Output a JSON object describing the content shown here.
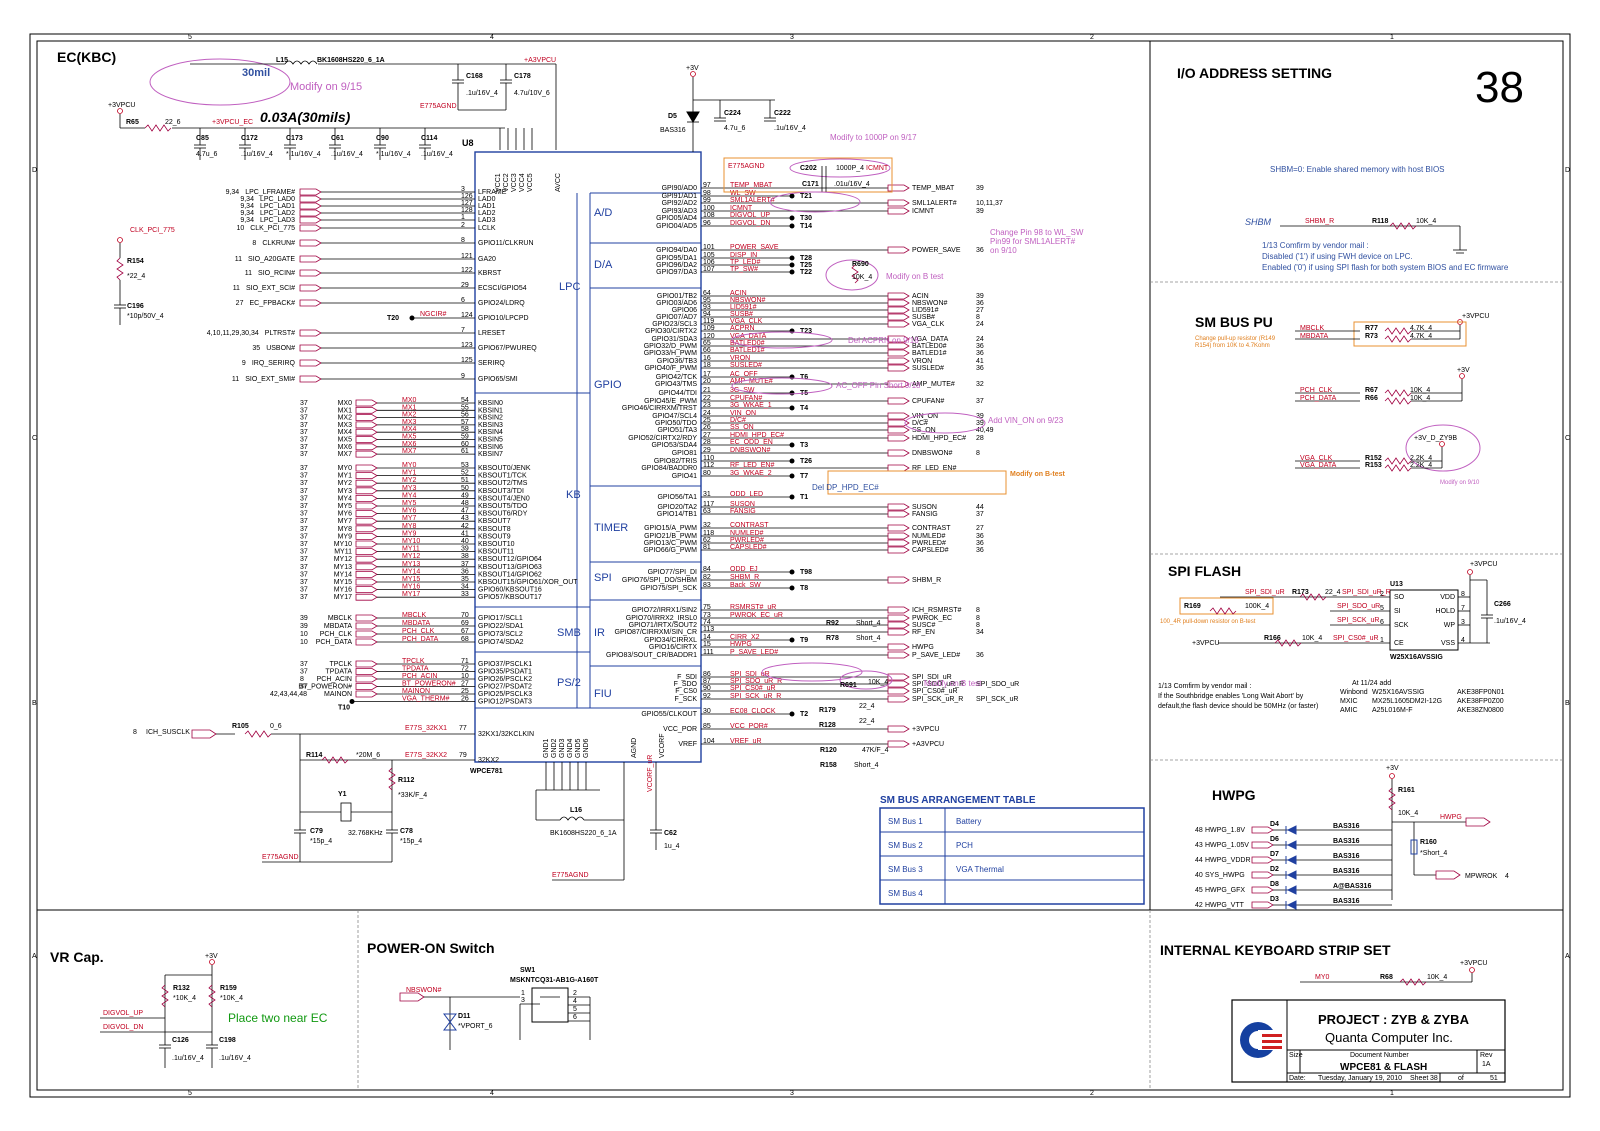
{
  "sections": {
    "ec": "EC(KBC)",
    "io": "I/O ADDRESS SETTING",
    "smbus_pu": "SM BUS PU",
    "spi_flash": "SPI FLASH",
    "hwpg": "HWPG",
    "vr_cap": "VR Cap.",
    "power_on": "POWER-ON Switch",
    "kb_strip": "INTERNAL KEYBOARD STRIP SET"
  },
  "page_number": "38",
  "ec": {
    "chip_ref": "U8",
    "chip_part": "WPCE781",
    "blocks": [
      "A/D",
      "D/A",
      "LPC",
      "GPIO",
      "KB",
      "TIMER",
      "SPI",
      "SMB",
      "IR",
      "PS/2",
      "FIU"
    ],
    "left_pins": [
      {
        "net": "LPC_LFRAME#",
        "ref": "9,34",
        "num": "3",
        "pin": "LFRAME"
      },
      {
        "net": "LPC_LAD0",
        "ref": "9,34",
        "num": "126",
        "pin": "LAD0"
      },
      {
        "net": "LPC_LAD1",
        "ref": "9,34",
        "num": "127",
        "pin": "LAD1"
      },
      {
        "net": "LPC_LAD2",
        "ref": "9,34",
        "num": "128",
        "pin": "LAD2"
      },
      {
        "net": "LPC_LAD3",
        "ref": "9,34",
        "num": "1",
        "pin": "LAD3"
      },
      {
        "net": "CLK_PCI_775",
        "ref": "10",
        "num": "2",
        "pin": "LCLK"
      },
      {
        "net": "CLKRUN#",
        "ref": "8",
        "num": "8",
        "pin": "GPIO11/CLKRUN"
      },
      {
        "net": "SIO_A20GATE",
        "ref": "11",
        "num": "121",
        "pin": "GA20"
      },
      {
        "net": "SIO_RCIN#",
        "ref": "11",
        "num": "122",
        "pin": "KBRST"
      },
      {
        "net": "SIO_EXT_SCI#",
        "ref": "11",
        "num": "29",
        "pin": "ECSCI/GPIO54"
      },
      {
        "net": "EC_FPBACK#",
        "ref": "27",
        "num": "6",
        "pin": "GPIO24/LDRQ"
      },
      {
        "net": "NGCIR#",
        "ref": "T20",
        "num": "124",
        "pin": "GPIO10/LPCPD"
      },
      {
        "net": "PLTRST#",
        "ref": "4,10,11,29,30,34",
        "num": "7",
        "pin": "LRESET"
      },
      {
        "net": "USBON#",
        "ref": "35",
        "num": "123",
        "pin": "GPIO67/PWUREQ"
      },
      {
        "net": "IRQ_SERIRQ",
        "ref": "9",
        "num": "125",
        "pin": "SERIRQ"
      },
      {
        "net": "SIO_EXT_SMI#",
        "ref": "11",
        "num": "9",
        "pin": "GPIO65/SMI"
      }
    ],
    "kbsin": [
      "MX0",
      "MX1",
      "MX2",
      "MX3",
      "MX4",
      "MX5",
      "MX6",
      "MX7"
    ],
    "kbsin_nums": [
      "54",
      "55",
      "56",
      "57",
      "58",
      "59",
      "60",
      "61"
    ],
    "kbsout": [
      "MY0",
      "MY1",
      "MY2",
      "MY3",
      "MY4",
      "MY5",
      "MY6",
      "MY7",
      "MY8",
      "MY9",
      "MY10",
      "MY11",
      "MY12",
      "MY13",
      "MY14",
      "MY15",
      "MY16",
      "MY17"
    ],
    "kbsout_nums": [
      "53",
      "52",
      "51",
      "50",
      "49",
      "48",
      "47",
      "43",
      "42",
      "41",
      "40",
      "39",
      "38",
      "37",
      "36",
      "35",
      "34",
      "33"
    ],
    "smb_left": [
      {
        "net": "MBCLK",
        "ref": "39",
        "num": "70",
        "pin": "GPIO17/SCL1"
      },
      {
        "net": "MBDATA",
        "ref": "39",
        "num": "69",
        "pin": "GPIO22/SDA1"
      },
      {
        "net": "PCH_CLK",
        "ref": "10",
        "num": "67",
        "pin": "GPIO73/SCL2"
      },
      {
        "net": "PCH_DATA",
        "ref": "10",
        "num": "68",
        "pin": "GPIO74/SDA2"
      }
    ],
    "ps2_left": [
      {
        "net": "TPCLK",
        "ref": "37",
        "num": "71",
        "pin": "GPIO37/PSCLK1"
      },
      {
        "net": "TPDATA",
        "ref": "37",
        "num": "72",
        "pin": "GPIO35/PSDAT1"
      },
      {
        "net": "PCH_ACIN",
        "ref": "8",
        "num": "10",
        "pin": "GPIO26/PSCLK2"
      },
      {
        "net": "BT_POWERON#",
        "ref": "37",
        "num": "27",
        "pin": "GPIO27/PSDAT2"
      },
      {
        "net": "MAINON",
        "ref": "42,43,44,48",
        "num": "25",
        "pin": "GPIO25/PSCLK3"
      },
      {
        "net": "VGA_THERM#",
        "ref": "T10",
        "num": "26",
        "pin": "GPIO12/PSDAT3"
      }
    ],
    "right_pins": [
      {
        "pin": "GPI90/AD0",
        "num": "97",
        "net": "TEMP_MBAT",
        "ref": "39"
      },
      {
        "pin": "GPI91/AD1",
        "num": "98",
        "net": "WL_SW",
        "ref": "T21"
      },
      {
        "pin": "GPI92/AD2",
        "num": "99",
        "net": "SML1ALERT#",
        "ref": "10,11,37"
      },
      {
        "pin": "GPI93/AD3",
        "num": "100",
        "net": "ICMNT",
        "ref": "39"
      },
      {
        "pin": "GPIO05/AD4",
        "num": "108",
        "net": "DIGVOL_UP",
        "ref": "T30"
      },
      {
        "pin": "GPIO04/AD5",
        "num": "96",
        "net": "DIGVOL_DN",
        "ref": "T14"
      },
      {
        "pin": "GPIO94/DA0",
        "num": "101",
        "net": "POWER_SAVE",
        "ref": "36"
      },
      {
        "pin": "GPIO95/DA1",
        "num": "105",
        "net": "DISP_IN",
        "ref": "T28"
      },
      {
        "pin": "GPIO96/DA2",
        "num": "106",
        "net": "TP_LED#",
        "ref": "T25"
      },
      {
        "pin": "GPIO97/DA3",
        "num": "107",
        "net": "TP_SW#",
        "ref": "T22"
      },
      {
        "pin": "GPIO01/TB2",
        "num": "64",
        "net": "ACIN",
        "ref": "39"
      },
      {
        "pin": "GPIO03/AD6",
        "num": "95",
        "net": "NBSWON#",
        "ref": "36"
      },
      {
        "pin": "GPIO06",
        "num": "93",
        "net": "LID591#",
        "ref": "27"
      },
      {
        "pin": "GPIO07/AD7",
        "num": "94",
        "net": "SUSB#",
        "ref": "8"
      },
      {
        "pin": "GPIO23/SCL3",
        "num": "119",
        "net": "VGA_CLK",
        "ref": "24"
      },
      {
        "pin": "GPIO30/CIRTX2",
        "num": "109",
        "net": "ACPRN",
        "ref": "T23"
      },
      {
        "pin": "GPIO31/SDA3",
        "num": "120",
        "net": "VGA_DATA",
        "ref": "24"
      },
      {
        "pin": "GPIO32/D_PWM",
        "num": "65",
        "net": "BATLED0#",
        "ref": "36"
      },
      {
        "pin": "GPIO33/H_PWM",
        "num": "66",
        "net": "BATLED1#",
        "ref": "36"
      },
      {
        "pin": "GPIO36/TB3",
        "num": "16",
        "net": "VRON",
        "ref": "41"
      },
      {
        "pin": "GPIO40/F_PWM",
        "num": "18",
        "net": "SUSLED#",
        "ref": "36"
      },
      {
        "pin": "GPIO42/TCK",
        "num": "17",
        "net": "AC_OFF",
        "ref": "T6"
      },
      {
        "pin": "GPIO43/TMS",
        "num": "20",
        "net": "AMP_MUTE#",
        "ref": "32"
      },
      {
        "pin": "GPIO44/TDI",
        "num": "21",
        "net": "3G_SW",
        "ref": "T5"
      },
      {
        "pin": "GPIO45/E_PWM",
        "num": "22",
        "net": "CPUFAN#",
        "ref": "37"
      },
      {
        "pin": "GPIO46/CIRRXM/TRST",
        "num": "23",
        "net": "3G_WKAE_1",
        "ref": "T4"
      },
      {
        "pin": "GPIO47/SCL4",
        "num": "24",
        "net": "VIN_ON",
        "ref": "39"
      },
      {
        "pin": "GPIO50/TDO",
        "num": "25",
        "net": "D/C#",
        "ref": "39"
      },
      {
        "pin": "GPIO51/TA3",
        "num": "26",
        "net": "SS_ON",
        "ref": "40,49"
      },
      {
        "pin": "GPIO52/CIRTX2/RDY",
        "num": "27",
        "net": "HDMI_HPD_EC#",
        "ref": "28"
      },
      {
        "pin": "GPIO53/SDA4",
        "num": "28",
        "net": "EC_ODD_EN",
        "ref": "T3"
      },
      {
        "pin": "GPIO81",
        "num": "29",
        "net": "DNBSWON#",
        "ref": "8"
      },
      {
        "pin": "GPIO82/TRIS",
        "num": "110",
        "net": "",
        "ref": "T26"
      },
      {
        "pin": "GPIO84/BADDR0",
        "num": "112",
        "net": "RF_LED_EN#",
        "ref": ""
      },
      {
        "pin": "GPIO41",
        "num": "80",
        "net": "3G_WKAE_2",
        "ref": "T7"
      },
      {
        "pin": "GPIO56/TA1",
        "num": "31",
        "net": "ODD_LED",
        "ref": "T1"
      },
      {
        "pin": "GPIO20/TA2",
        "num": "117",
        "net": "SUSON",
        "ref": "44"
      },
      {
        "pin": "GPIO14/TB1",
        "num": "63",
        "net": "FANSIG",
        "ref": "37"
      },
      {
        "pin": "GPIO15/A_PWM",
        "num": "32",
        "net": "CONTRAST",
        "ref": "27"
      },
      {
        "pin": "GPIO21/B_PWM",
        "num": "118",
        "net": "NUMLED#",
        "ref": "36"
      },
      {
        "pin": "GPIO13/C_PWM",
        "num": "62",
        "net": "PWRLED#",
        "ref": "36"
      },
      {
        "pin": "GPIO66/G_PWM",
        "num": "81",
        "net": "CAPSLED#",
        "ref": "36"
      },
      {
        "pin": "GPIO77/SPI_DI",
        "num": "84",
        "net": "ODD_EJ",
        "ref": "T98"
      },
      {
        "pin": "GPIO76/SPI_DO/SHBM",
        "num": "82",
        "net": "SHBM_R",
        "ref": ""
      },
      {
        "pin": "GPIO75/SPI_SCK",
        "num": "83",
        "net": "Back_SW",
        "ref": "T8"
      },
      {
        "pin": "GPIO72/IRRX1/SIN2",
        "num": "75",
        "net": "RSMRST#_uR",
        "ref": "ICH_RSMRST# 8"
      },
      {
        "pin": "GPIO70/IRRX2_IRSL0",
        "num": "73",
        "net": "PWROK_EC_uR",
        "ref": "PWROK_EC 8"
      },
      {
        "pin": "GPIO71/IRTX/SOUT2",
        "num": "74",
        "net": "",
        "ref": "SUSC# 8"
      },
      {
        "pin": "GPIO87/CIRRXM/SIN_CR",
        "num": "113",
        "net": "",
        "ref": "RF_EN 34"
      },
      {
        "pin": "GPIO34/CIRRXL",
        "num": "14",
        "net": "CIRR_X2",
        "ref": "T9"
      },
      {
        "pin": "GPIO16/CIRTX",
        "num": "15",
        "net": "HWPG",
        "ref": ""
      },
      {
        "pin": "GPIO83/SOUT_CR/BADDR1",
        "num": "111",
        "net": "P_SAVE_LED#",
        "ref": "36"
      },
      {
        "pin": "F_SDI",
        "num": "86",
        "net": "SPI_SDI_uR",
        "ref": ""
      },
      {
        "pin": "F_SDO",
        "num": "87",
        "net": "SPI_SDO_uR_R",
        "ref": "SPI_SDO_uR"
      },
      {
        "pin": "F_CS0",
        "num": "90",
        "net": "SPI_CS0#_uR",
        "ref": ""
      },
      {
        "pin": "F_SCK",
        "num": "92",
        "net": "SPI_SCK_uR_R",
        "ref": "SPI_SCK_uR"
      },
      {
        "pin": "GPIO55/CLKOUT",
        "num": "30",
        "net": "EC08_CLOCK",
        "ref": "T2"
      },
      {
        "pin": "VCC_POR",
        "num": "85",
        "net": "VCC_POR#",
        "ref": "+3VPCU"
      },
      {
        "pin": "VREF",
        "num": "104",
        "net": "VREF_uR",
        "ref": "+A3VPCU"
      }
    ],
    "clk_pins": [
      {
        "num": "77",
        "pin": "32KX1/32KCLKIN",
        "net": "E77S_32KX1"
      },
      {
        "num": "79",
        "pin": "32KX2",
        "net": "E77S_32KX2"
      }
    ],
    "power_pins": [
      "VCC1",
      "VCC2",
      "VCC3",
      "VCC4",
      "VCC5",
      "AVCC"
    ],
    "gnd_pins": [
      "GND1",
      "GND2",
      "GND3",
      "GND4",
      "GND5",
      "GND6",
      "AGND",
      "VCORF"
    ],
    "ich_susclk": {
      "ref": "8",
      "net": "ICH_SUSCLK",
      "r": "R105",
      "val": "0_6"
    },
    "power_parts": {
      "l15": "L15",
      "l15_part": "BK1608HS220_6_1A",
      "a3vpcu": "+A3VPCU",
      "vpcu": "+3VPCU",
      "vpcu_ec": "+3VPCU_EC",
      "r65": "R65",
      "r65_val": "22_6",
      "caps": [
        {
          "ref": "C85",
          "val": "4.7u_6"
        },
        {
          "ref": "C172",
          "val": ".1u/16V_4"
        },
        {
          "ref": "C173",
          "val": "*.1u/16V_4"
        },
        {
          "ref": "C61",
          "val": ".1u/16V_4"
        },
        {
          "ref": "C90",
          "val": "*.1u/16V_4"
        },
        {
          "ref": "C114",
          "val": ".1u/16V_4"
        }
      ],
      "c168": "C168",
      "c168_val": ".1u/16V_4",
      "c178": "C178",
      "c178_val": "4.7u/10V_6",
      "e77s_agnd": "E775AGND"
    },
    "r154": {
      "ref": "R154",
      "val": "*22_4",
      "net": "CLK_PCI_775"
    },
    "c196": {
      "ref": "C196",
      "val": "*10p/50V_4"
    },
    "crystal": {
      "y": "Y1",
      "val": "32.768KHz",
      "r114": "R114",
      "r114_val": "*20M_6",
      "r112": "R112",
      "r112_val": "*33K/F_4",
      "c79": "C79",
      "c79_val": "*15p_4",
      "c78": "C78",
      "c78_val": "*15p_4",
      "gnd": "E775AGND"
    },
    "l16": {
      "ref": "L16",
      "val": "BK1608HS220_6_1A",
      "gnd": "E775AGND"
    },
    "c62": {
      "ref": "C62",
      "val": "1u_4",
      "net": "VCORF_uR"
    },
    "d5": {
      "ref": "D5",
      "val": "BAS316",
      "v": "+3V",
      "c224": "C224",
      "c224_val": "4.7u_6",
      "c222": "C222",
      "c222_val": ".1u/16V_4"
    },
    "top_caps": {
      "c202": "C202",
      "c202_val": "1000P_4",
      "icmnt": "ICMNT",
      "c171": "C171",
      "c171_val": ".01u/16V_4",
      "e775": "E775AGND"
    },
    "r690": {
      "ref": "R690",
      "val": "10K_4"
    },
    "r691": {
      "ref": "R691",
      "val": "10K_4"
    },
    "r92": {
      "ref": "R92",
      "val": "Short_4"
    },
    "r78": {
      "ref": "R78",
      "val": "Short_4"
    },
    "r179": {
      "ref": "R179",
      "val": "22_4"
    },
    "r128": {
      "ref": "R128",
      "val": "22_4"
    },
    "r120": {
      "ref": "R120",
      "val": "47K/F_4"
    },
    "r158": {
      "ref": "R158",
      "val": "Short_4"
    }
  },
  "notes": {
    "n30mil": "30mil",
    "modify_915": "Modify on 9/15",
    "n003a": "0.03A(30mils)",
    "modify_1000p": "Modify to 1000P on 9/17",
    "change_pin": "Change Pin 98 to WL_SW\nPin99 for SML1ALERT#\non 9/10",
    "modify_b_1": "Modify on B test",
    "del_acprn": "Del  ACPRN on 9/18",
    "ac_off": "AC_OFF Pin Short 9/18",
    "add_vin": "Add VIN_ON on 9/23",
    "modify_b_2": "Modify on B-test",
    "del_dp": "Del DP_HPD_EC#",
    "modify_b_3": "Modify on B test"
  },
  "io_address": {
    "shbm_note": "SHBM=0: Enable shared memory with host BIOS",
    "shbm_label": "SHBM",
    "shbm_net": "SHBM_R",
    "r118": "R118",
    "r118_val": "10K_4",
    "confirm_lines": [
      "1/13 Comfirm by vendor mail :",
      "Disabled ('1') if using FWH device on LPC.",
      "Enabled ('0') if using SPI flash for both system BIOS and EC firmware"
    ]
  },
  "smbus_pu": {
    "change_note": "Change pull-up resistor (R149\nR154) from 10K to 4.7Kohm",
    "vpcu": "+3VPCU",
    "v3": "+3V",
    "v3_d": "+3V_D_ZY9B",
    "modify": "Modify on 9/10",
    "rows": [
      {
        "net": "MBCLK",
        "r": "R77",
        "val": "4.7K_4"
      },
      {
        "net": "MBDATA",
        "r": "R73",
        "val": "4.7K_4"
      },
      {
        "net": "PCH_CLK",
        "r": "R67",
        "val": "10K_4"
      },
      {
        "net": "PCH_DATA",
        "r": "R66",
        "val": "10K_4"
      },
      {
        "net": "VGA_CLK",
        "r": "R152",
        "val": "2.2K_4"
      },
      {
        "net": "VGA_DATA",
        "r": "R153",
        "val": "2.2K_4"
      }
    ]
  },
  "spi_flash": {
    "u": "U13",
    "part": "W25X16AVSSIG",
    "v": "+3VPCU",
    "pins_left": [
      {
        "num": "1",
        "pin": "CE"
      },
      {
        "num": "2",
        "pin": "SO"
      },
      {
        "num": "5",
        "pin": "SI"
      },
      {
        "num": "6",
        "pin": "SCK"
      }
    ],
    "pins_right": [
      {
        "num": "8",
        "pin": "VDD"
      },
      {
        "num": "7",
        "pin": "HOLD"
      },
      {
        "num": "3",
        "pin": "WP"
      },
      {
        "num": "4",
        "pin": "VSS"
      }
    ],
    "nets": {
      "sdi_r": "SPI_SDI_uR",
      "r173": "R173",
      "r173_val": "22_4",
      "sdi_r_r": "SPI_SDI_uR_R",
      "sdo": "SPI_SDO_uR",
      "sck": "SPI_SCK_uR",
      "cs": "SPI_CS0#_uR",
      "r169": "R169",
      "r169_val": "100K_4",
      "r166": "R166",
      "r166_val": "10K_4",
      "c266": "C266",
      "c266_val": ".1u/16V_4",
      "pd_note": "100_4R pull-down resistor on B-test"
    },
    "confirm": [
      "1/13 Comfirm by vendor mail :",
      "If the Southbridge enables 'Long Wait Abort' by",
      "default,the flash device should be 50MHz (or faster)"
    ],
    "table_head": "At 11/24 add",
    "table": [
      [
        "Winbond",
        "W25X16AVSSIG",
        "AKE38FP0N01"
      ],
      [
        "MXIC",
        "MX25L1605DM2I-12G",
        "AKE38FP0Z00"
      ],
      [
        "AMIC",
        "A25L016M-F",
        "AKE38ZN0800"
      ]
    ]
  },
  "hwpg": {
    "v": "+3V",
    "r161": "R161",
    "r161_val": "10K_4",
    "out": "HWPG",
    "r160": "R160",
    "r160_val": "*Short_4",
    "mpwrok": "MPWROK",
    "mpwrok_ref": "4",
    "rows": [
      {
        "ref": "48",
        "net": "HWPG_1.8V",
        "d": "D4",
        "part": "BAS316"
      },
      {
        "ref": "43",
        "net": "HWPG_1.05V",
        "d": "D6",
        "part": "BAS316"
      },
      {
        "ref": "44",
        "net": "HWPG_VDDR",
        "d": "D7",
        "part": "BAS316"
      },
      {
        "ref": "40",
        "net": "SYS_HWPG",
        "d": "D2",
        "part": "BAS316"
      },
      {
        "ref": "45",
        "net": "HWPG_GFX",
        "d": "D8",
        "part": "A@BAS316"
      },
      {
        "ref": "42",
        "net": "HWPG_VTT",
        "d": "D3",
        "part": "BAS316"
      }
    ]
  },
  "smbus_table": {
    "title": "SM BUS ARRANGEMENT TABLE",
    "rows": [
      [
        "SM Bus 1",
        "Battery"
      ],
      [
        "SM Bus 2",
        "PCH"
      ],
      [
        "SM Bus 3",
        "VGA Thermal"
      ],
      [
        "SM Bus 4",
        ""
      ]
    ]
  },
  "vr_cap": {
    "v": "+3V",
    "r132": "R132",
    "r132_val": "*10K_4",
    "r159": "R159",
    "r159_val": "*10K_4",
    "up": "DIGVOL_UP",
    "dn": "DIGVOL_DN",
    "c126": "C126",
    "c126_val": ".1u/16V_4",
    "c198": "C198",
    "c198_val": ".1u/16V_4",
    "note": "Place two near EC"
  },
  "power_on": {
    "net": "NBSWON#",
    "sw": "SW1",
    "sw_part": "MSKNTCQ31-AB1G-A160T",
    "d11": "D11",
    "d11_val": "*VPORT_6"
  },
  "kb_strip": {
    "v": "+3VPCU",
    "net": "MY0",
    "r": "R68",
    "val": "10K_4"
  },
  "title_block": {
    "project": "PROJECT : ZYB & ZYBA",
    "company": "Quanta Computer Inc.",
    "size_lbl": "Size",
    "docnum_lbl": "Document Number",
    "rev_lbl": "Rev",
    "rev": "1A",
    "doc": "WPCE81 & FLASH",
    "date_lbl": "Date:",
    "date": "Tuesday, January 19, 2010",
    "sheet_lbl": "Sheet",
    "sheet": "38",
    "of_lbl": "of",
    "total": "51"
  },
  "border": {
    "cols": [
      "5",
      "4",
      "3",
      "2",
      "1"
    ],
    "rows": [
      "D",
      "C",
      "B",
      "A"
    ]
  }
}
